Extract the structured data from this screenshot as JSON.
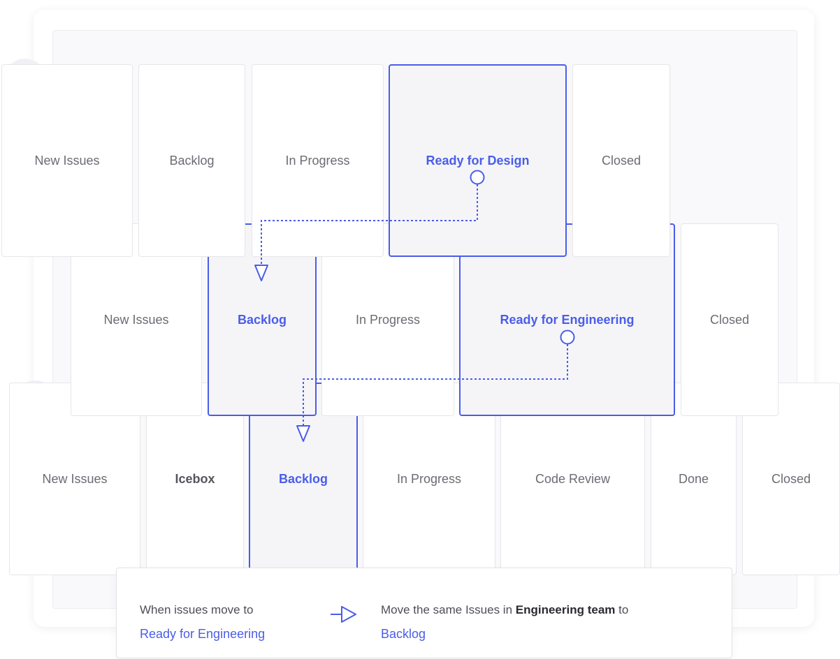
{
  "colors": {
    "accent": "#4a5de8",
    "card_border": "#e6e6ea",
    "muted_text": "#6b6b73",
    "active_bg": "#f5f5f8"
  },
  "row1": {
    "new_issues": "New Issues",
    "backlog": "Backlog",
    "in_progress": "In Progress",
    "ready_for_design": "Ready for Design",
    "closed": "Closed"
  },
  "row2": {
    "new_issues": "New Issues",
    "backlog": "Backlog",
    "in_progress": "In Progress",
    "ready_for_engineering": "Ready for Engineering",
    "closed": "Closed"
  },
  "row3": {
    "new_issues": "New Issues",
    "icebox": "Icebox",
    "backlog": "Backlog",
    "in_progress": "In Progress",
    "code_review": "Code Review",
    "done": "Done",
    "closed": "Closed"
  },
  "rule": {
    "trigger_prefix": "When issues move to",
    "trigger_state": "Ready for Engineering",
    "action_prefix": "Move the same Issues in",
    "action_team": "Engineering team",
    "action_suffix": "to",
    "action_state": "Backlog",
    "arrow_icon": "arrow-right-icon"
  }
}
